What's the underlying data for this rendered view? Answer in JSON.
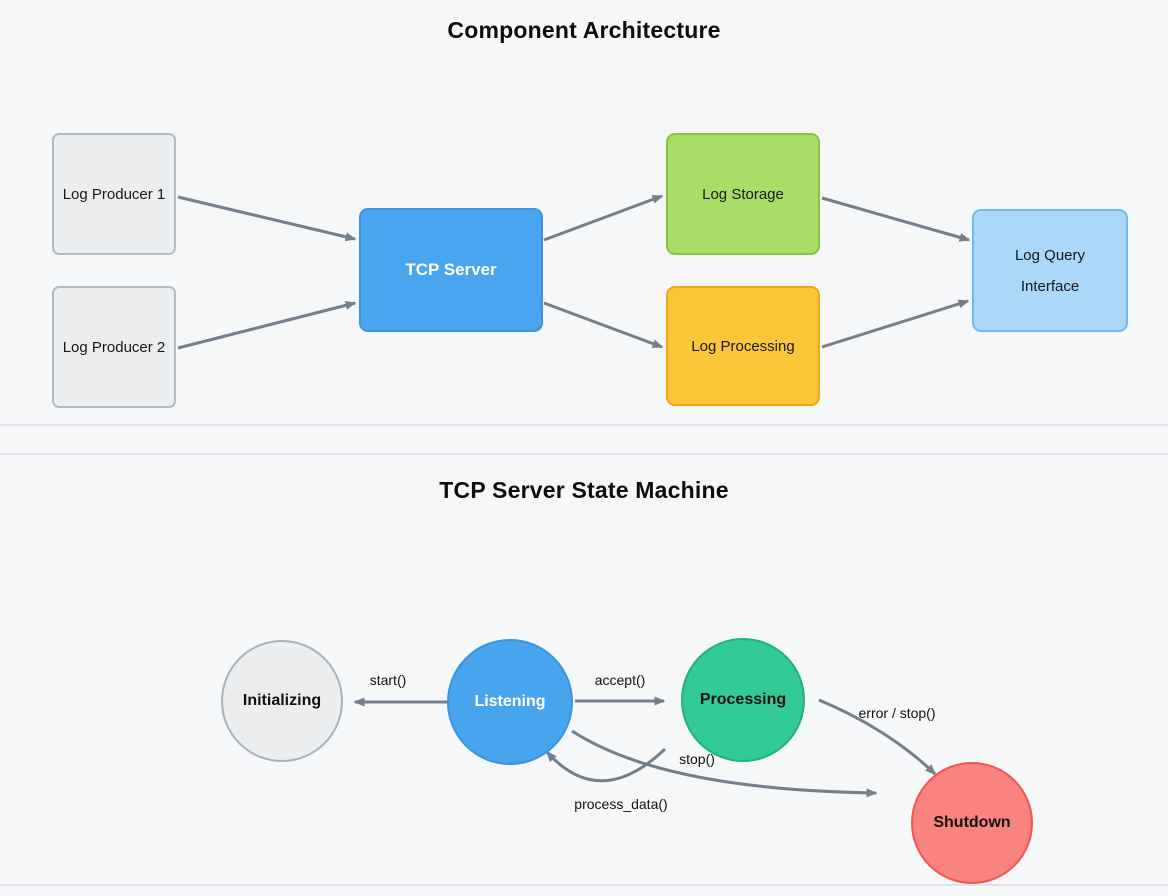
{
  "architecture": {
    "title": "Component Architecture",
    "nodes": {
      "producer1": "Log Producer 1",
      "producer2": "Log Producer 2",
      "tcp": "TCP Server",
      "storage": "Log Storage",
      "processing": "Log Processing",
      "query": "Log Query Interface"
    },
    "edges": [
      {
        "from": "Log Producer 1",
        "to": "TCP Server"
      },
      {
        "from": "Log Producer 2",
        "to": "TCP Server"
      },
      {
        "from": "TCP Server",
        "to": "Log Storage"
      },
      {
        "from": "TCP Server",
        "to": "Log Processing"
      },
      {
        "from": "Log Storage",
        "to": "Log Query Interface"
      },
      {
        "from": "Log Processing",
        "to": "Log Query Interface"
      }
    ]
  },
  "state_machine": {
    "title": "TCP Server State Machine",
    "states": {
      "initializing": "Initializing",
      "listening": "Listening",
      "processing": "Processing",
      "shutdown": "Shutdown"
    },
    "transitions": {
      "start": "start()",
      "accept": "accept()",
      "process_data": "process_data()",
      "stop": "stop()",
      "error_stop": "error / stop()"
    },
    "transition_edges": [
      {
        "from": "Initializing",
        "to": "Listening",
        "label": "start()"
      },
      {
        "from": "Listening",
        "to": "Processing",
        "label": "accept()"
      },
      {
        "from": "Processing",
        "to": "Listening",
        "label": "process_data()"
      },
      {
        "from": "Listening",
        "to": "Shutdown",
        "label": "stop()"
      },
      {
        "from": "Processing",
        "to": "Shutdown",
        "label": "error / stop()"
      }
    ]
  },
  "colors": {
    "background": "#f5f7f9",
    "divider": "#dfe3e8",
    "arrow": "#747f8a",
    "node_gray_fill": "#ecedee",
    "node_gray_border": "#b4bcc3",
    "node_blue_fill": "#4aa5ef",
    "node_blue_border": "#3e94e0",
    "node_green_fill": "#abdc65",
    "node_green_border": "#85c640",
    "node_yellow_fill": "#fcc63a",
    "node_yellow_border": "#efa712",
    "node_lightblue_fill": "#abd7f8",
    "node_lightblue_border": "#71b7f2",
    "state_teal_fill": "#33cb95",
    "state_teal_border": "#21b17e",
    "state_red_fill": "#f9837e",
    "state_red_border": "#f3544e"
  }
}
